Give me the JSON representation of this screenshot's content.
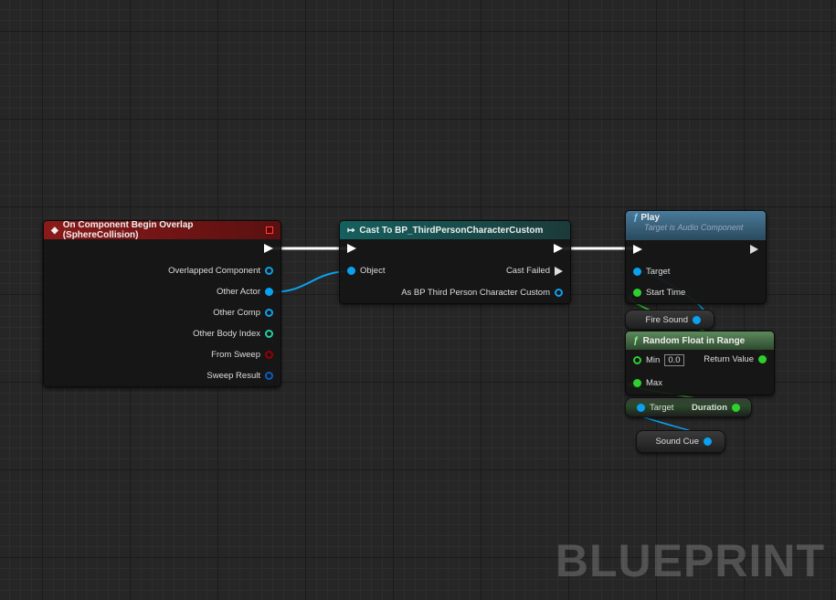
{
  "event_node": {
    "title": "On Component Begin Overlap (SphereCollision)",
    "pins": [
      "Overlapped Component",
      "Other Actor",
      "Other Comp",
      "Other Body Index",
      "From Sweep",
      "Sweep Result"
    ]
  },
  "cast_node": {
    "title": "Cast To BP_ThirdPersonCharacterCustom",
    "object": "Object",
    "cast_failed": "Cast Failed",
    "as_output": "As BP Third Person Character Custom"
  },
  "play_node": {
    "title": "Play",
    "subtitle": "Target is Audio Component",
    "target": "Target",
    "start_time": "Start Time"
  },
  "fire_sound": {
    "label": "Fire Sound"
  },
  "random_node": {
    "title": "Random Float in Range",
    "min": "Min",
    "min_value": "0.0",
    "max": "Max",
    "return": "Return Value"
  },
  "duration_node": {
    "target": "Target",
    "duration": "Duration"
  },
  "sound_cue": {
    "label": "Sound Cue"
  },
  "watermark": "BLUEPRINT",
  "colors": {
    "object": "#0aa2f0",
    "float": "#2ed02e",
    "int": "#1fd1a0",
    "bool": "#9a0000",
    "struct": "#0a5fc0",
    "event": "#8b1a1a",
    "cast": "#14605e",
    "function": "#3c6a88",
    "pure": "#3c6a3c"
  }
}
